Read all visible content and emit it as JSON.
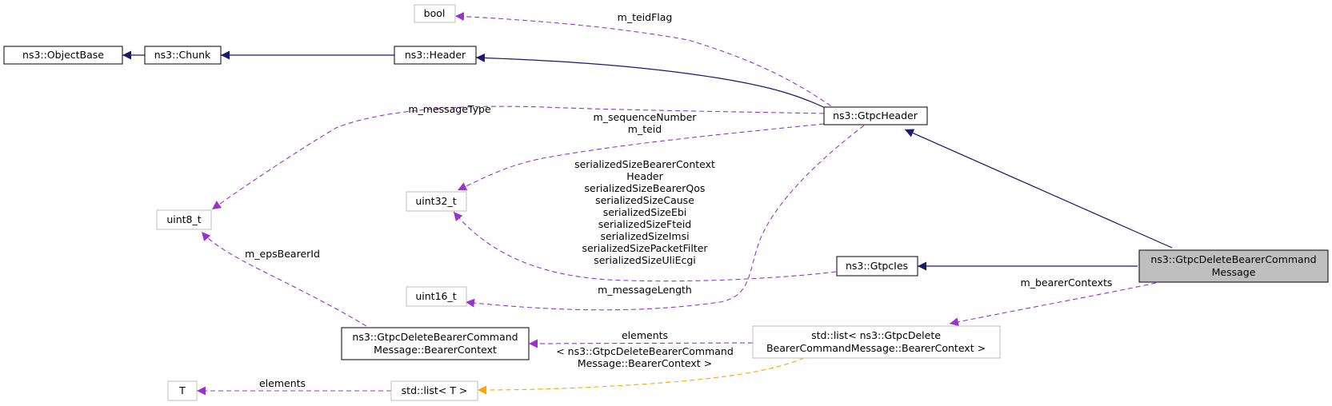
{
  "colors": {
    "inheritance": "#191970",
    "member": "#9a32cd",
    "template": "#ffa500",
    "focus_fill": "#bfbfbf",
    "grey_border": "#bfbfbf"
  },
  "nodes": {
    "objectbase": "ns3::ObjectBase",
    "chunk": "ns3::Chunk",
    "header": "ns3::Header",
    "bool": "bool",
    "gtpcheader": "ns3::GtpcHeader",
    "uint8": "uint8_t",
    "uint32": "uint32_t",
    "uint16": "uint16_t",
    "gtpcies": "ns3::GtpcIes",
    "focus_line1": "ns3::GtpcDeleteBearerCommand",
    "focus_line2": "Message",
    "bearerctx_line1": "ns3::GtpcDeleteBearerCommand",
    "bearerctx_line2": "Message::BearerContext",
    "stdlist_ctx_line1": "std::list< ns3::GtpcDelete",
    "stdlist_ctx_line2": "BearerCommandMessage::BearerContext >",
    "T": "T",
    "stdlistT": "std::list< T >"
  },
  "edge_labels": {
    "teid_flag": "m_teidFlag",
    "message_type": "m_messageType",
    "seq_number": "m_sequenceNumber",
    "teid": "m_teid",
    "serialized": [
      "serializedSizeBearerContext",
      "Header",
      "serializedSizeBearerQos",
      "serializedSizeCause",
      "serializedSizeEbi",
      "serializedSizeFteid",
      "serializedSizeImsi",
      "serializedSizePacketFilter",
      "serializedSizeUliEcgi"
    ],
    "eps_bearer_id": "m_epsBearerId",
    "message_length": "m_messageLength",
    "bearer_contexts": "m_bearerContexts",
    "elements_ctx": "elements",
    "template_arg_line1": "< ns3::GtpcDeleteBearerCommand",
    "template_arg_line2": "Message::BearerContext >",
    "elements_T": "elements"
  }
}
